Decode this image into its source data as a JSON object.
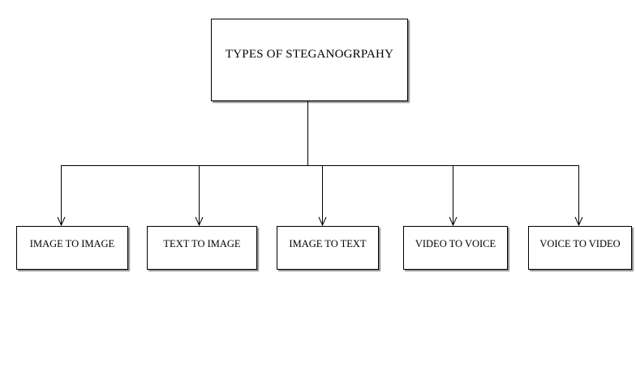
{
  "diagram": {
    "root": {
      "label": "TYPES OF STEGANOGRPAHY"
    },
    "children": [
      {
        "label": "IMAGE TO IMAGE"
      },
      {
        "label": "TEXT TO IMAGE"
      },
      {
        "label": "IMAGE TO TEXT"
      },
      {
        "label": "VIDEO TO VOICE"
      },
      {
        "label": "VOICE TO VIDEO"
      }
    ],
    "colors": {
      "stroke": "#000000",
      "background": "#ffffff"
    }
  }
}
